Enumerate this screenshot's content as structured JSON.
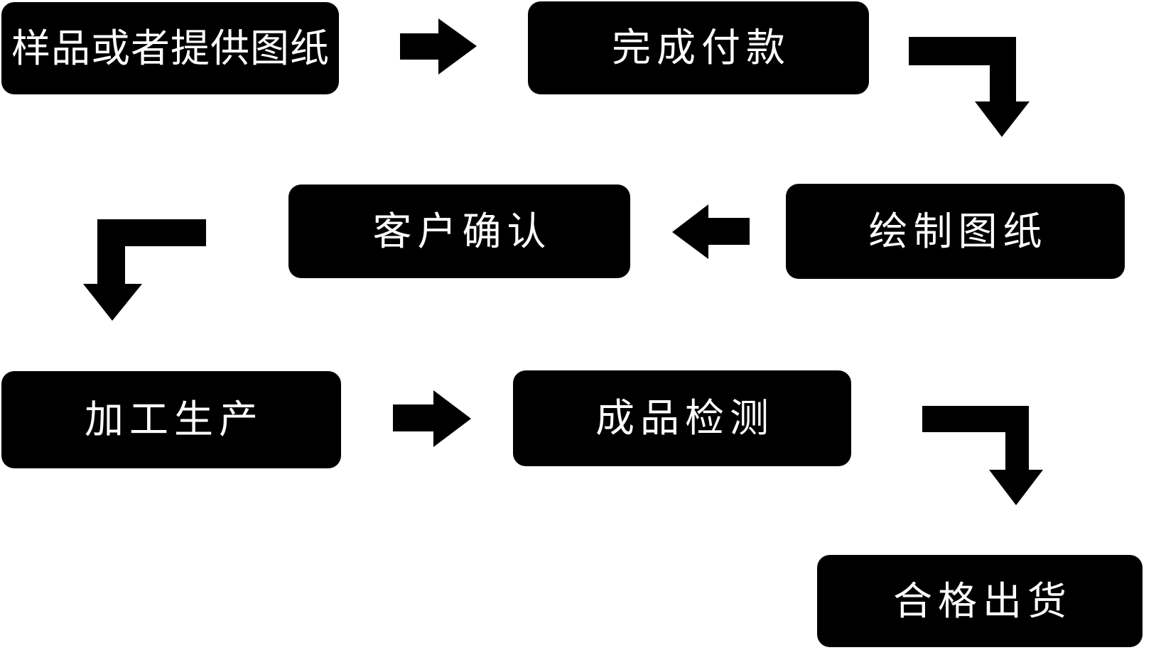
{
  "flowchart": {
    "nodes": [
      {
        "id": "sample",
        "label": "样品或者提供图纸"
      },
      {
        "id": "payment",
        "label": "完成付款"
      },
      {
        "id": "draw-drawings",
        "label": "绘制图纸"
      },
      {
        "id": "customer-confirm",
        "label": "客户确认"
      },
      {
        "id": "production",
        "label": "加工生产"
      },
      {
        "id": "inspection",
        "label": "成品检测"
      },
      {
        "id": "shipment",
        "label": "合格出货"
      }
    ],
    "edges": [
      {
        "from": "样品或者提供图纸",
        "to": "完成付款",
        "shape": "straight-right"
      },
      {
        "from": "完成付款",
        "to": "绘制图纸",
        "shape": "elbow-right-down"
      },
      {
        "from": "绘制图纸",
        "to": "客户确认",
        "shape": "straight-left"
      },
      {
        "from": "客户确认",
        "to": "加工生产",
        "shape": "elbow-left-down"
      },
      {
        "from": "加工生产",
        "to": "成品检测",
        "shape": "straight-right"
      },
      {
        "from": "成品检测",
        "to": "合格出货",
        "shape": "elbow-right-down"
      }
    ],
    "colors": {
      "node_fill": "#000000",
      "node_text": "#ffffff",
      "arrow_fill": "#000000",
      "background": "#ffffff"
    }
  }
}
